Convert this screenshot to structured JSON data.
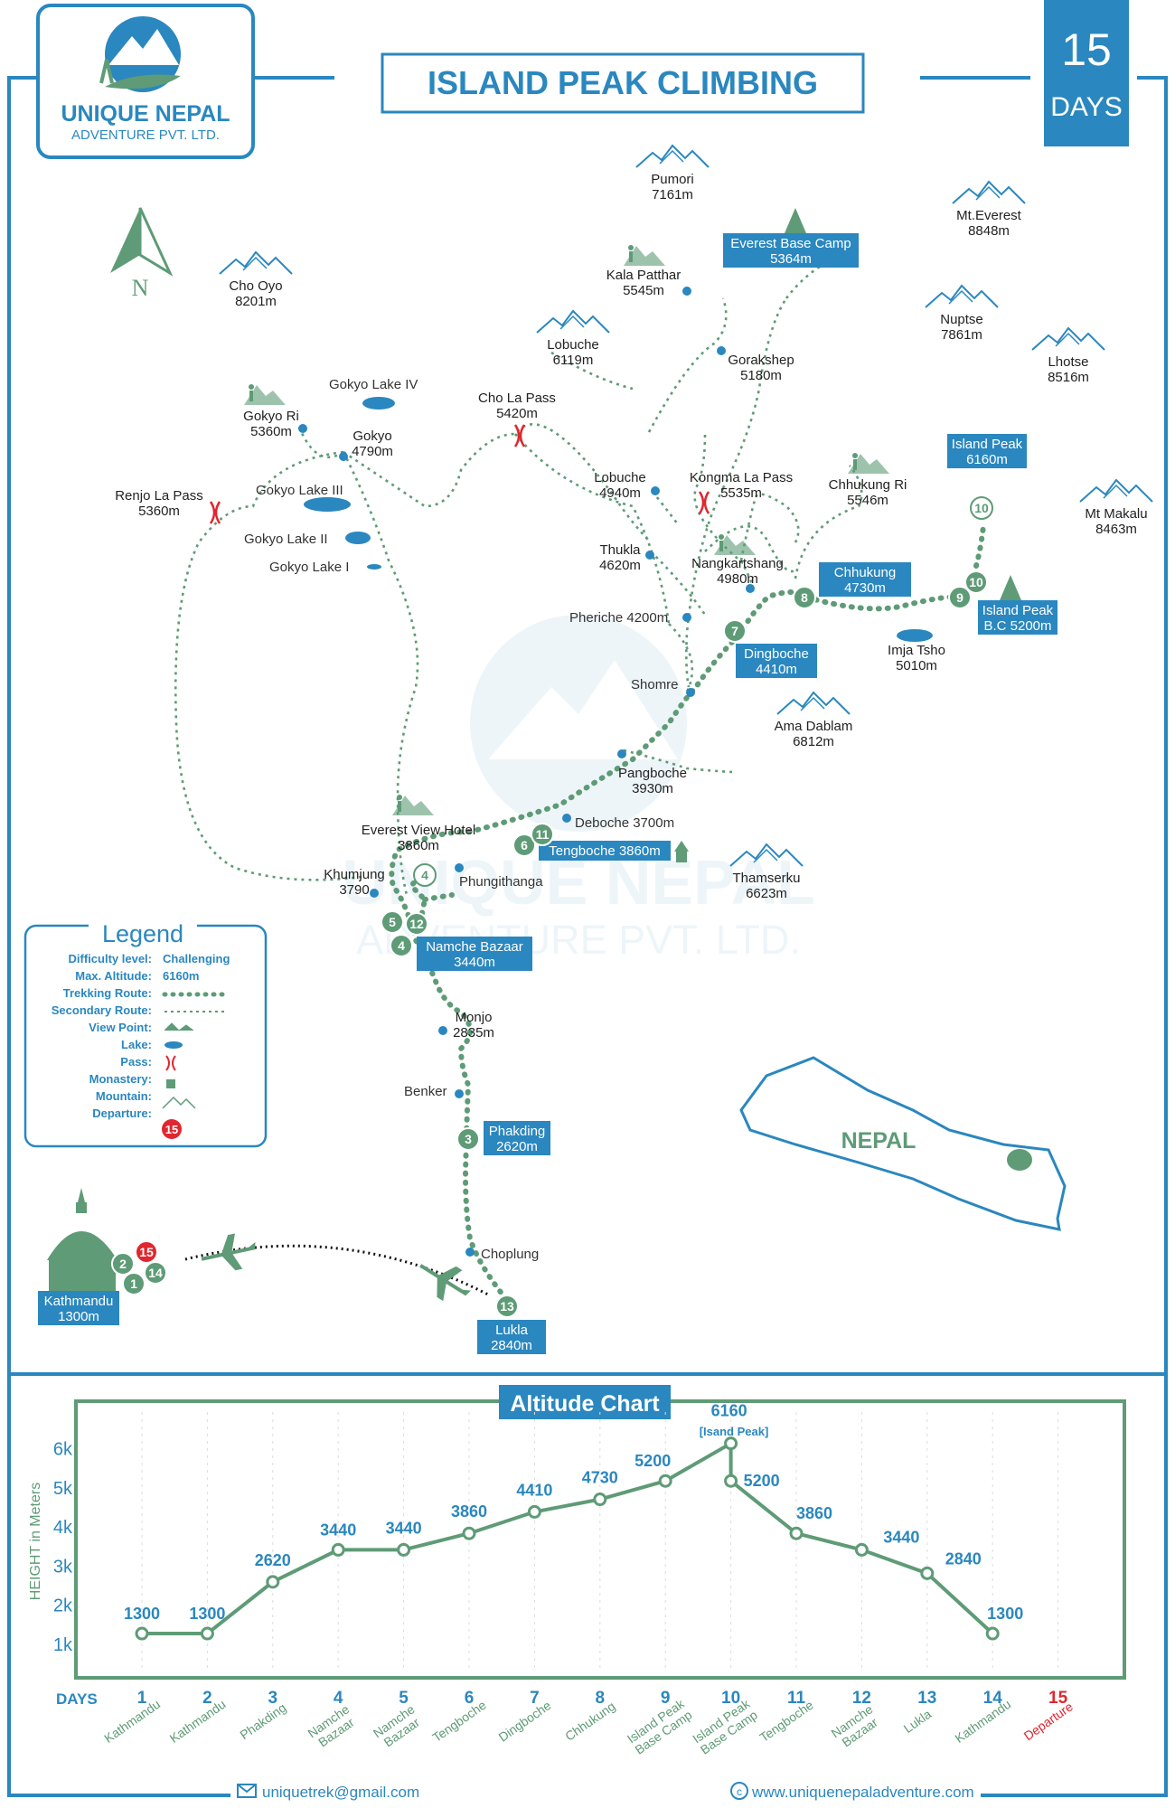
{
  "brand": {
    "name": "UNIQUE NEPAL",
    "sub": "ADVENTURE PVT. LTD."
  },
  "title": "ISLAND PEAK CLIMBING",
  "duration": {
    "number": "15",
    "unit": "DAYS"
  },
  "compass_label": "N",
  "country_label": "NEPAL",
  "colors": {
    "frame": "#2a87bf",
    "route": "#5e9b76",
    "label_bg": "#2a87bf",
    "departure": "#e0262e"
  },
  "mountains": [
    {
      "name": "Pumori",
      "alt": "7161m"
    },
    {
      "name": "Mt.Everest",
      "alt": "8848m"
    },
    {
      "name": "Cho Oyo",
      "alt": "8201m"
    },
    {
      "name": "Lobuche",
      "alt": "6119m"
    },
    {
      "name": "Nuptse",
      "alt": "7861m"
    },
    {
      "name": "Lhotse",
      "alt": "8516m"
    },
    {
      "name": "Mt Makalu",
      "alt": "8463m"
    },
    {
      "name": "Ama Dablam",
      "alt": "6812m"
    },
    {
      "name": "Thamserku",
      "alt": "6623m"
    }
  ],
  "places": [
    {
      "name": "Kala Patthar",
      "alt": "5545m"
    },
    {
      "name": "Gorakshep",
      "alt": "5180m"
    },
    {
      "name": "Gokyo Ri",
      "alt": "5360m"
    },
    {
      "name": "Gokyo",
      "alt": "4790m"
    },
    {
      "name": "Cho La Pass",
      "alt": "5420m"
    },
    {
      "name": "Renjo La Pass",
      "alt": "5360m"
    },
    {
      "name": "Lobuche",
      "alt": "4940m"
    },
    {
      "name": "Kongma La Pass",
      "alt": "5535m"
    },
    {
      "name": "Chhukung Ri",
      "alt": "5546m"
    },
    {
      "name": "Thukla",
      "alt": "4620m"
    },
    {
      "name": "Nangkartshang",
      "alt": "4980m"
    },
    {
      "name": "Imja Tsho",
      "alt": "5010m"
    },
    {
      "name": "Pangboche",
      "alt": "3930m"
    },
    {
      "name": "Everest View Hotel",
      "alt": "3860m"
    },
    {
      "name": "Khumjung",
      "alt": "3790"
    },
    {
      "name": "Monjo",
      "alt": "2835m"
    }
  ],
  "inline_places": [
    "Pheriche 4200m",
    "Shomre",
    "Deboche 3700m",
    "Phungithanga",
    "Benker",
    "Choplung"
  ],
  "lakes": [
    "Gokyo Lake IV",
    "Gokyo Lake III",
    "Gokyo Lake II",
    "Gokyo Lake I"
  ],
  "boxed": [
    {
      "name": "Everest Base Camp",
      "alt": "5364m"
    },
    {
      "name": "Island Peak",
      "alt": "6160m"
    },
    {
      "name": "Chhukung",
      "alt": "4730m"
    },
    {
      "name": "Island Peak",
      "alt": "B.C 5200m"
    },
    {
      "name": "Dingboche",
      "alt": "4410m"
    },
    {
      "name": "Tengboche 3860m",
      "alt": ""
    },
    {
      "name": "Namche Bazaar",
      "alt": "3440m"
    },
    {
      "name": "Phakding",
      "alt": "2620m"
    },
    {
      "name": "Lukla",
      "alt": "2840m"
    },
    {
      "name": "Kathmandu",
      "alt": "1300m"
    }
  ],
  "day_markers": [
    "1",
    "2",
    "3",
    "4",
    "4",
    "5",
    "6",
    "7",
    "8",
    "9",
    "10",
    "10",
    "11",
    "12",
    "13",
    "14",
    "15"
  ],
  "legend": {
    "title": "Legend",
    "rows": [
      {
        "label": "Difficulty level:",
        "value": "Challenging"
      },
      {
        "label": "Max. Altitude:",
        "value": "6160m"
      },
      {
        "label": "Trekking Route:",
        "value": ""
      },
      {
        "label": "Secondary Route:",
        "value": ""
      },
      {
        "label": "View Point:",
        "value": ""
      },
      {
        "label": "Lake:",
        "value": ""
      },
      {
        "label": "Pass:",
        "value": ""
      },
      {
        "label": "Monastery:",
        "value": ""
      },
      {
        "label": "Mountain:",
        "value": ""
      },
      {
        "label": "Departure:",
        "value": ""
      }
    ],
    "departure_number": "15"
  },
  "chart_data": {
    "type": "line",
    "title": "Altitude Chart",
    "ylabel": "HEIGHT in Meters",
    "xlabel": "DAYS",
    "y_ticks": [
      "6k",
      "5k",
      "4k",
      "3k",
      "2k",
      "1k"
    ],
    "ylim": [
      1000,
      6500
    ],
    "x": [
      1,
      2,
      3,
      4,
      5,
      6,
      7,
      8,
      9,
      10,
      10,
      11,
      12,
      13,
      14
    ],
    "y": [
      1300,
      1300,
      2620,
      3440,
      3440,
      3860,
      4410,
      4730,
      5200,
      6160,
      5200,
      3860,
      3440,
      2840,
      1300
    ],
    "point_labels": [
      "1300",
      "1300",
      "2620",
      "3440",
      "3440",
      "3860",
      "4410",
      "4730",
      "5200",
      "6160",
      "5200",
      "3860",
      "3440",
      "2840",
      "1300"
    ],
    "peak_note": "[Isand Peak]",
    "days": [
      "1",
      "2",
      "3",
      "4",
      "5",
      "6",
      "7",
      "8",
      "9",
      "10",
      "11",
      "12",
      "13",
      "14",
      "15"
    ],
    "day_places": [
      "Kathmandu",
      "Kathmandu",
      "Phakding",
      "Namche Bazaar",
      "Namche Bazaar",
      "Tengboche",
      "Dingboche",
      "Chhukung",
      "Island Peak Base Camp",
      "Island Peak Base Camp",
      "Tengboche",
      "Namche Bazaar",
      "Lukla",
      "Kathmandu",
      "Departure"
    ]
  },
  "footer": {
    "email": "uniquetrek@gmail.com",
    "website": "www.uniquenepaladventure.com"
  }
}
